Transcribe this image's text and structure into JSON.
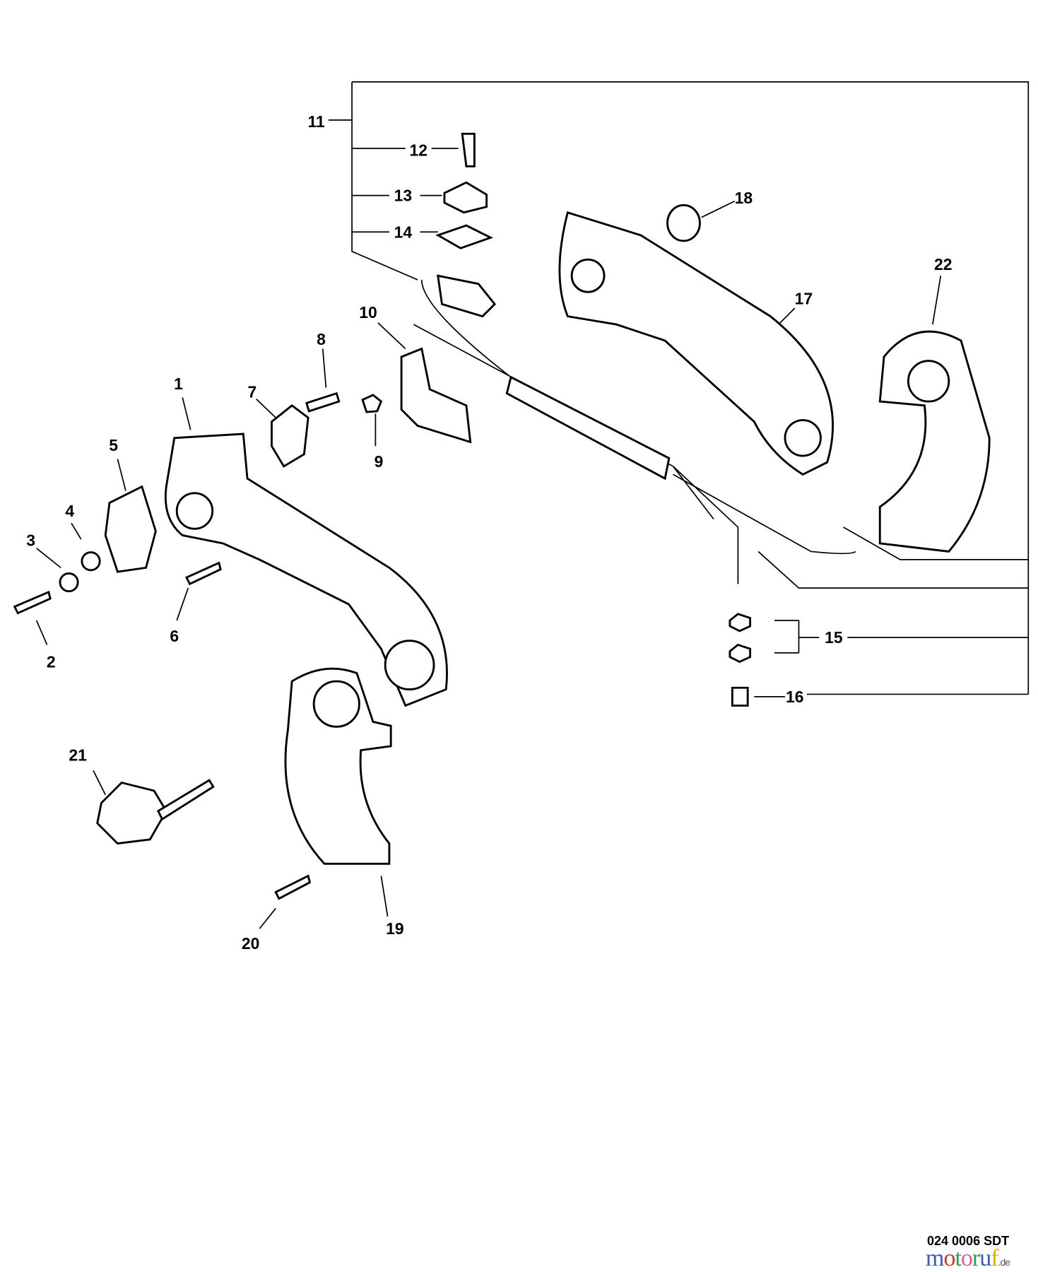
{
  "callouts": [
    "1",
    "2",
    "3",
    "4",
    "5",
    "6",
    "7",
    "8",
    "9",
    "10",
    "11",
    "12",
    "13",
    "14",
    "15",
    "16",
    "17",
    "18",
    "19",
    "20",
    "21",
    "22"
  ],
  "drawing_code": "024 0006 SDT",
  "watermark": {
    "name": "motoruf",
    "suffix": ".de",
    "colors": [
      "#3b5bb5",
      "#c0392b",
      "#2e9e4f",
      "#e05aa0",
      "#2e9e4f",
      "#e6a817"
    ]
  }
}
